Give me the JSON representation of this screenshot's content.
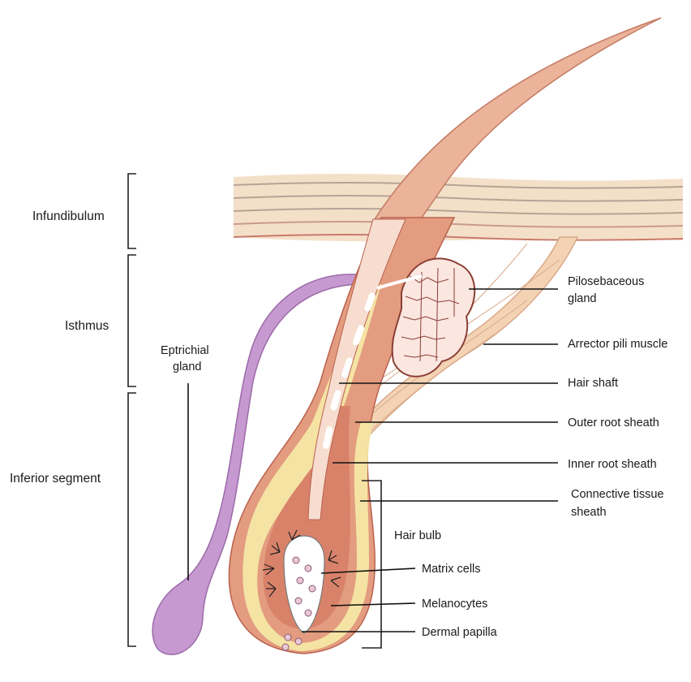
{
  "segments": {
    "infundibulum": "Infundibulum",
    "isthmus": "Isthmus",
    "inferior": "Inferior segment"
  },
  "labels": {
    "pilosebaceous_1": "Pilosebaceous",
    "pilosebaceous_2": "gland",
    "arrector": "Arrector pili muscle",
    "hair_shaft": "Hair shaft",
    "outer_root": "Outer root sheath",
    "inner_root": "Inner root sheath",
    "connective_1": "Connective tissue",
    "connective_2": "sheath",
    "hair_bulb": "Hair bulb",
    "matrix": "Matrix cells",
    "melanocytes": "Melanocytes",
    "dermal_papilla": "Dermal papilla",
    "eptrichial_1": "Eptrichial",
    "eptrichial_2": "gland"
  },
  "colors": {
    "skin_layer": "#f2dcc4",
    "hair": "#e8a27e",
    "hair_dark": "#c9705a",
    "sheath_yellow": "#f4e8a8",
    "gland": "#c89ad0",
    "sebaceous_outline": "#8a3f35",
    "muscle": "#f3d3b4"
  }
}
